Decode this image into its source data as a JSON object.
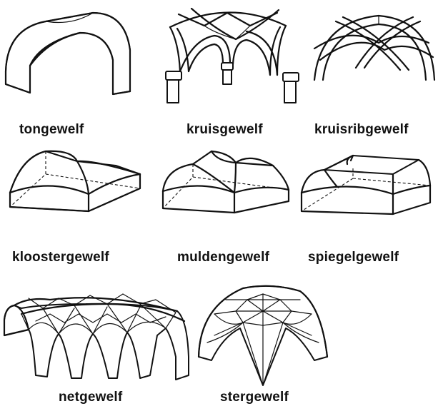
{
  "diagram": {
    "vaults": [
      {
        "id": "tongewelf",
        "label": "tongewelf"
      },
      {
        "id": "kruisgewelf",
        "label": "kruisgewelf"
      },
      {
        "id": "kruisribgewelf",
        "label": "kruisribgewelf"
      },
      {
        "id": "kloostergewelf",
        "label": "kloostergewelf"
      },
      {
        "id": "muldengewelf",
        "label": "muldengewelf"
      },
      {
        "id": "spiegelgewelf",
        "label": "spiegelgewelf"
      },
      {
        "id": "netgewelf",
        "label": "netgewelf"
      },
      {
        "id": "stergewelf",
        "label": "stergewelf"
      }
    ],
    "colors": {
      "ink": "#111111",
      "background": "#ffffff"
    }
  }
}
